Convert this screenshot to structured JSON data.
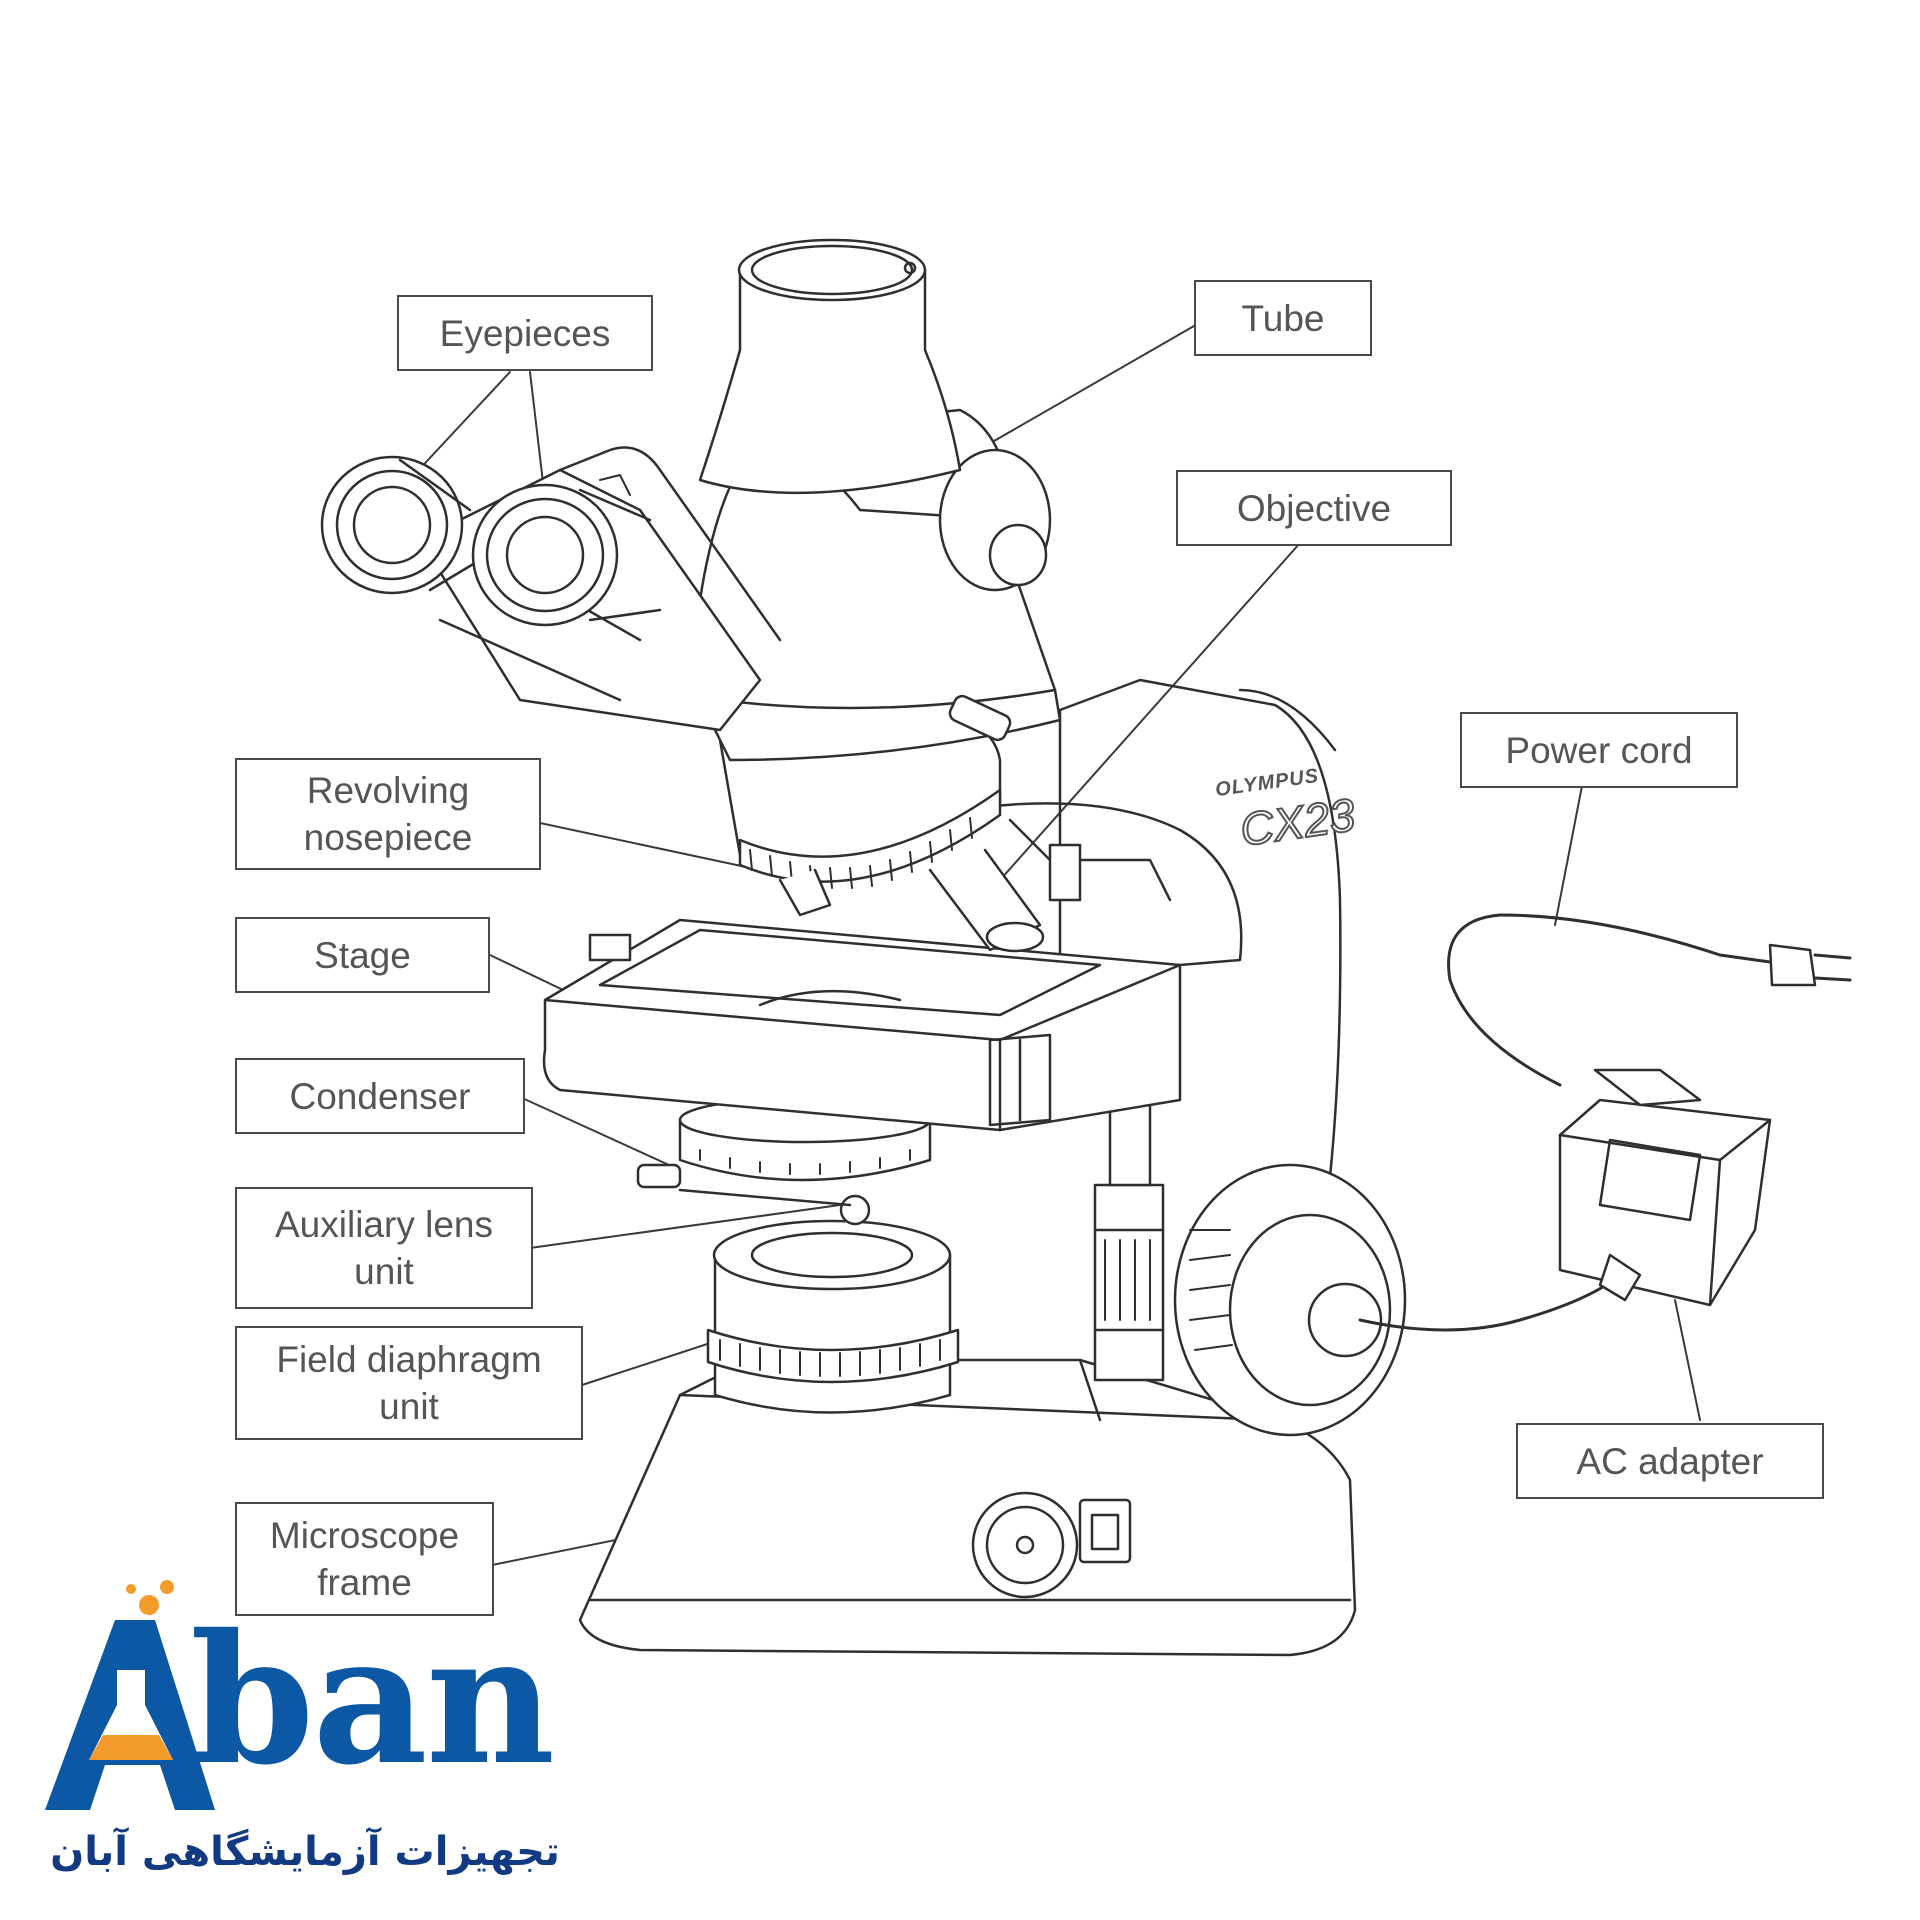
{
  "callouts": {
    "eyepieces": "Eyepieces",
    "tube": "Tube",
    "objective": "Objective",
    "revolving_nosepiece": [
      "Revolving",
      "nosepiece"
    ],
    "stage": "Stage",
    "condenser": "Condenser",
    "auxiliary_lens_unit": [
      "Auxiliary lens",
      "unit"
    ],
    "field_diaphragm_unit": [
      "Field diaphragm",
      "unit"
    ],
    "microscope_frame": [
      "Microscope",
      "frame"
    ],
    "power_cord": "Power cord",
    "ac_adapter": "AC adapter"
  },
  "microscope_branding": {
    "maker": "OLYMPUS",
    "model": "CX23"
  },
  "logo": {
    "name": "Aban",
    "tagline": "تجهیزات آزمایشگاهی آبان",
    "colors": {
      "primary": "#0c58a4",
      "flask": "#f39b2b",
      "tagline": "#123a82"
    }
  },
  "colors": {
    "line_art": "#2f2f2f",
    "label_border": "#4a4a4a",
    "label_text": "#555555"
  }
}
